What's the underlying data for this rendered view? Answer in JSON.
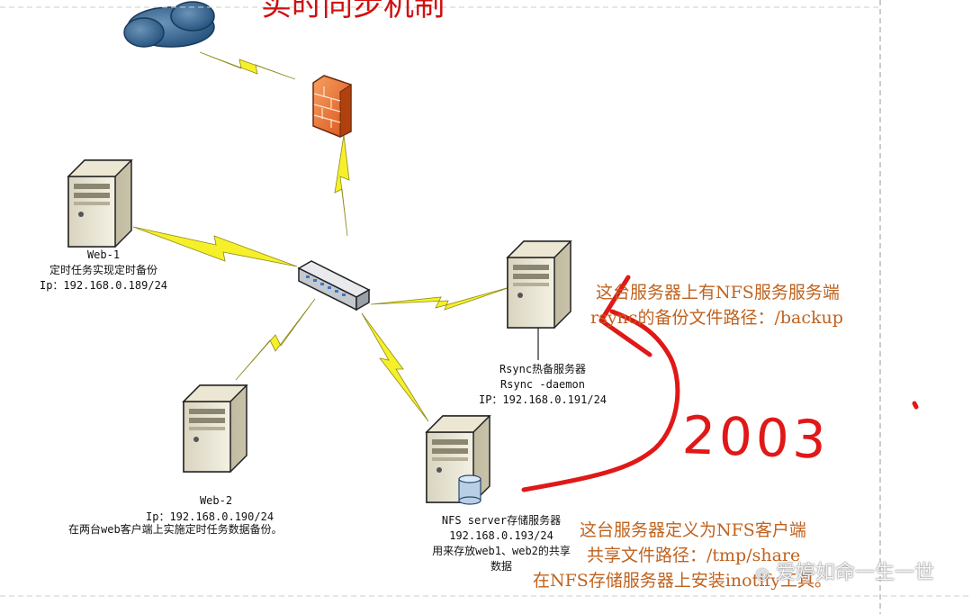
{
  "title": "实时同步机制",
  "servers": {
    "web1": {
      "name": "Web-1",
      "desc": "定时任务实现定时备份",
      "ip": "Ip：192.168.0.189/24"
    },
    "web2": {
      "name": "Web-2",
      "ip": "Ip：192.168.0.190/24",
      "desc": "在两台web客户端上实施定时任务数据备份。"
    },
    "rsync": {
      "name": "Rsync热备服务器",
      "daemon": "Rsync  -daemon",
      "ip": "IP：192.168.0.191/24"
    },
    "nfs": {
      "name": "NFS  server存储服务器",
      "ip": "192.168.0.193/24",
      "desc1": "用来存放web1、web2的共享",
      "desc2": "数据"
    }
  },
  "notes": {
    "rsync_line1": "这台服务器上有NFS服务服务端",
    "rsync_line2": "rsync的备份文件路径：/backup",
    "nfs_line1": "这台服务器定义为NFS客户端",
    "nfs_line2": "共享文件路径：/tmp/share",
    "nfs_line3": "在NFS存储服务器上安装inotify工具。"
  },
  "handwriting": "2003",
  "watermark": "爱婷如命一生一世",
  "colors": {
    "note": "#c0621e",
    "title": "#d01010",
    "ink": "#e01818",
    "bolt": "#f5f02a"
  }
}
